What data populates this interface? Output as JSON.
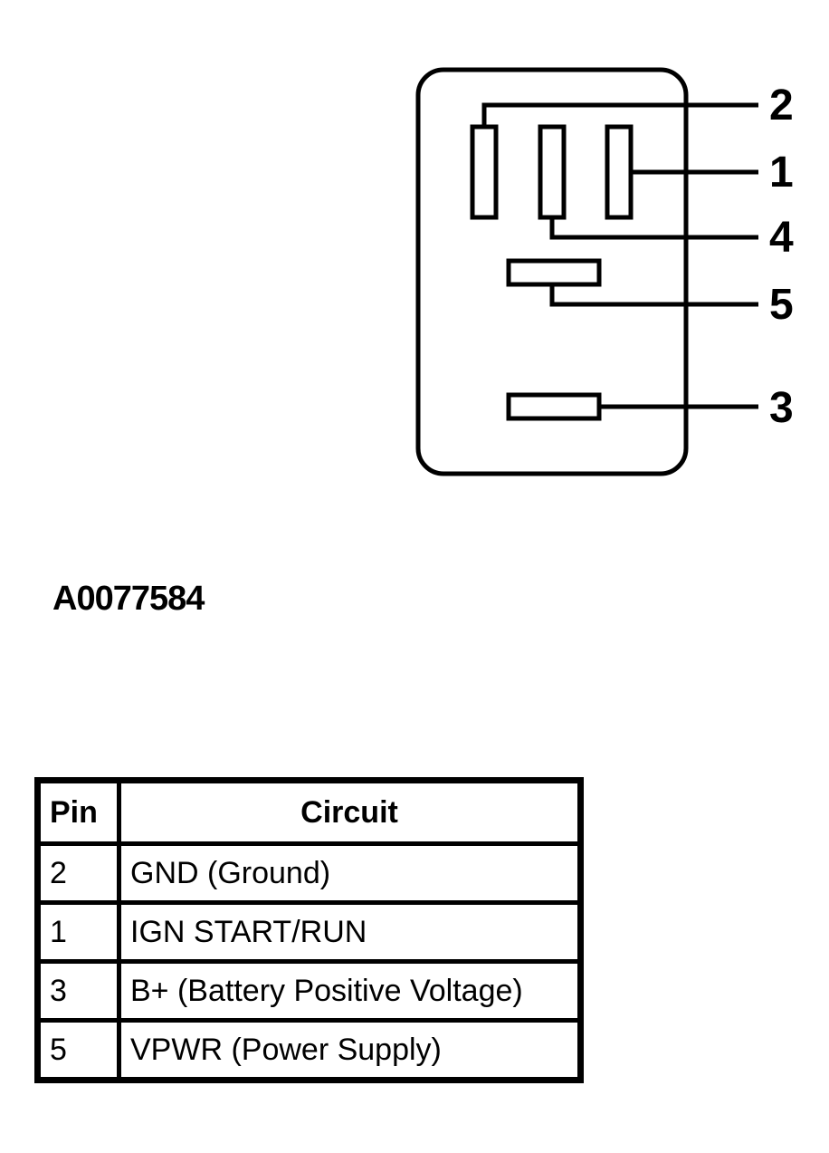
{
  "diagram": {
    "reference_id": "A0077584",
    "pin_labels": [
      "2",
      "1",
      "4",
      "5",
      "3"
    ]
  },
  "table": {
    "headers": {
      "pin": "Pin",
      "circuit": "Circuit"
    },
    "rows": [
      {
        "pin": "2",
        "circuit": "GND (Ground)"
      },
      {
        "pin": "1",
        "circuit": "IGN START/RUN"
      },
      {
        "pin": "3",
        "circuit": "B+ (Battery Positive Voltage)"
      },
      {
        "pin": "5",
        "circuit": "VPWR (Power Supply)"
      }
    ]
  }
}
